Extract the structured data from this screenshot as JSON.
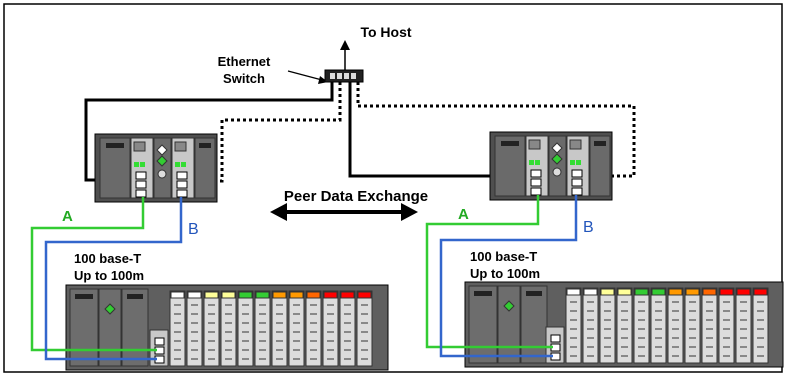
{
  "labels": {
    "to_host": "To Host",
    "ethernet_switch_line1": "Ethernet",
    "ethernet_switch_line2": "Switch",
    "peer_data_exchange": "Peer Data Exchange",
    "left": {
      "link_a": "A",
      "link_b": "B",
      "media_line1": "100 base-T",
      "media_line2": "Up to 100m"
    },
    "right": {
      "link_a": "A",
      "link_b": "B",
      "media_line1": "100 base-T",
      "media_line2": "Up to 100m"
    }
  },
  "colors": {
    "link_a": "#33cc33",
    "link_b": "#3366cc",
    "chassis": "#5f5f5f",
    "module": "#c8c8c8",
    "label_a": "#22aa22",
    "label_b": "#2255bb"
  },
  "io_tab_colors": [
    "#ffffff",
    "#ffffff",
    "#ffff99",
    "#ffff99",
    "#33cc33",
    "#33cc33",
    "#ff9900",
    "#ff9900",
    "#ff6600",
    "#ff0000",
    "#ff0000",
    "#ff0000"
  ]
}
